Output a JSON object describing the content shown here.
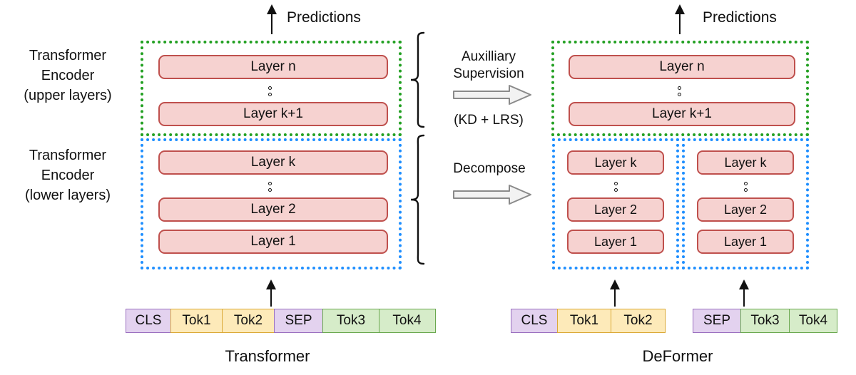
{
  "figure": {
    "left_model_caption": "Transformer",
    "right_model_caption": "DeFormer",
    "predictions_label_left": "Predictions",
    "predictions_label_right": "Predictions"
  },
  "colors": {
    "layer_fill": "#f6d2d0",
    "layer_border": "#bf504d",
    "upper_group_border": "#22a022",
    "lower_group_border": "#1f8fff",
    "token_purple_fill": "#e3d2ef",
    "token_purple_border": "#9a6fbf",
    "token_yellow_fill": "#fdeab9",
    "token_yellow_border": "#dba937",
    "token_green_fill": "#d6ecc9",
    "token_green_border": "#6aa84f"
  },
  "side_labels": {
    "upper": [
      "Transformer",
      "Encoder",
      "(upper layers)"
    ],
    "lower": [
      "Transformer",
      "Encoder",
      "(lower layers)"
    ]
  },
  "middle": {
    "aux_line1": "Auxilliary",
    "aux_line2": "Supervision",
    "aux_note": "(KD + LRS)",
    "decompose": "Decompose",
    "aux_arrow_icon": "thick-right-arrow-icon",
    "decompose_arrow_icon": "thick-right-arrow-icon"
  },
  "left_model": {
    "upper_group": {
      "layers": [
        "Layer n",
        "Layer k+1"
      ],
      "ellipsis": "vertical-dots"
    },
    "lower_group": {
      "layers": [
        "Layer k",
        "Layer 2",
        "Layer 1"
      ],
      "ellipsis": "vertical-dots"
    },
    "tokens": [
      {
        "text": "CLS",
        "type": "purple"
      },
      {
        "text": "Tok1",
        "type": "yellow"
      },
      {
        "text": "Tok2",
        "type": "yellow"
      },
      {
        "text": "SEP",
        "type": "purple"
      },
      {
        "text": "Tok3",
        "type": "green"
      },
      {
        "text": "Tok4",
        "type": "green"
      }
    ]
  },
  "right_model": {
    "upper_group": {
      "layers": [
        "Layer n",
        "Layer k+1"
      ],
      "ellipsis": "vertical-dots"
    },
    "lower_group_a": {
      "layers": [
        "Layer k",
        "Layer 2",
        "Layer 1"
      ],
      "ellipsis": "vertical-dots"
    },
    "lower_group_b": {
      "layers": [
        "Layer k",
        "Layer 2",
        "Layer 1"
      ],
      "ellipsis": "vertical-dots"
    },
    "tokens_a": [
      {
        "text": "CLS",
        "type": "purple"
      },
      {
        "text": "Tok1",
        "type": "yellow"
      },
      {
        "text": "Tok2",
        "type": "yellow"
      }
    ],
    "tokens_b": [
      {
        "text": "SEP",
        "type": "purple"
      },
      {
        "text": "Tok3",
        "type": "green"
      },
      {
        "text": "Tok4",
        "type": "green"
      }
    ]
  }
}
